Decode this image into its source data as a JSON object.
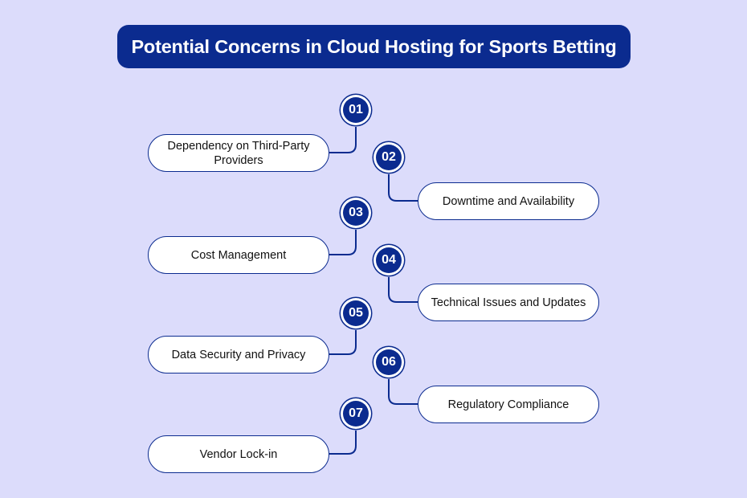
{
  "title": "Potential Concerns in Cloud Hosting for Sports Betting",
  "colors": {
    "background": "#dcdcfb",
    "accent": "#0b2b8f",
    "pill": "#ffffff"
  },
  "items": [
    {
      "number": "01",
      "label": "Dependency on Third-Party Providers"
    },
    {
      "number": "02",
      "label": "Downtime and Availability"
    },
    {
      "number": "03",
      "label": "Cost Management"
    },
    {
      "number": "04",
      "label": "Technical Issues and Updates"
    },
    {
      "number": "05",
      "label": "Data Security and Privacy"
    },
    {
      "number": "06",
      "label": "Regulatory Compliance"
    },
    {
      "number": "07",
      "label": "Vendor Lock-in"
    }
  ]
}
